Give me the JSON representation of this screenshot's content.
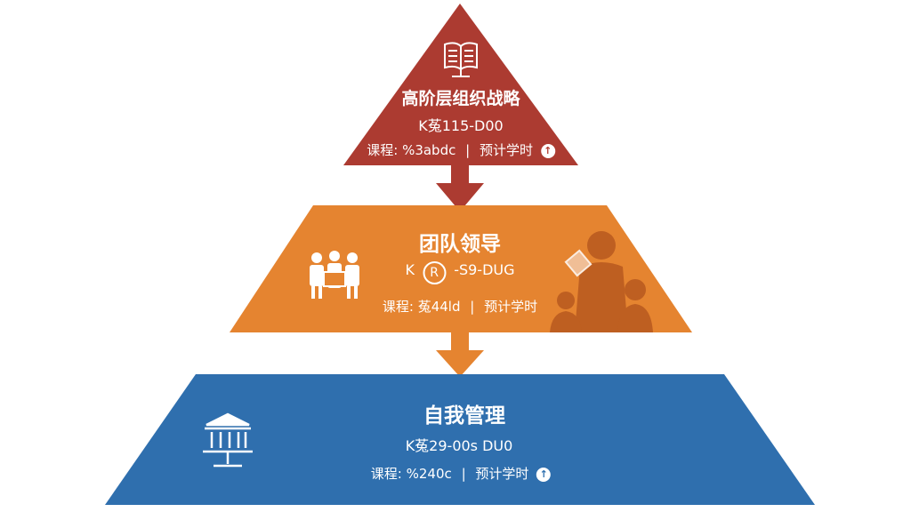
{
  "colors": {
    "top": "#ac3b31",
    "middle": "#e58430",
    "bottom": "#2f6fae",
    "arrow_dark": "#ac3b31",
    "arrow_orange": "#e58430"
  },
  "levels": [
    {
      "title": "高阶层组织战略",
      "code": "K菟115-D00",
      "course_label": "课程:",
      "course_value": "%3abdc",
      "hours_label": "预计学时",
      "icon": "book-icon"
    },
    {
      "title": "团队领导",
      "code_prefix": "K",
      "code_circle": "R",
      "code_suffix": "-S9-DUG",
      "course_label": "课程:",
      "course_value": "菟44ld",
      "hours_label": "预计学时",
      "icon": "team-icon",
      "figure": "presenter-figure-icon"
    },
    {
      "title": "自我管理",
      "code": "K菟29-00s DU0",
      "course_label": "课程:",
      "course_value": "%240c",
      "hours_label": "预计学时",
      "icon": "institution-icon"
    }
  ]
}
